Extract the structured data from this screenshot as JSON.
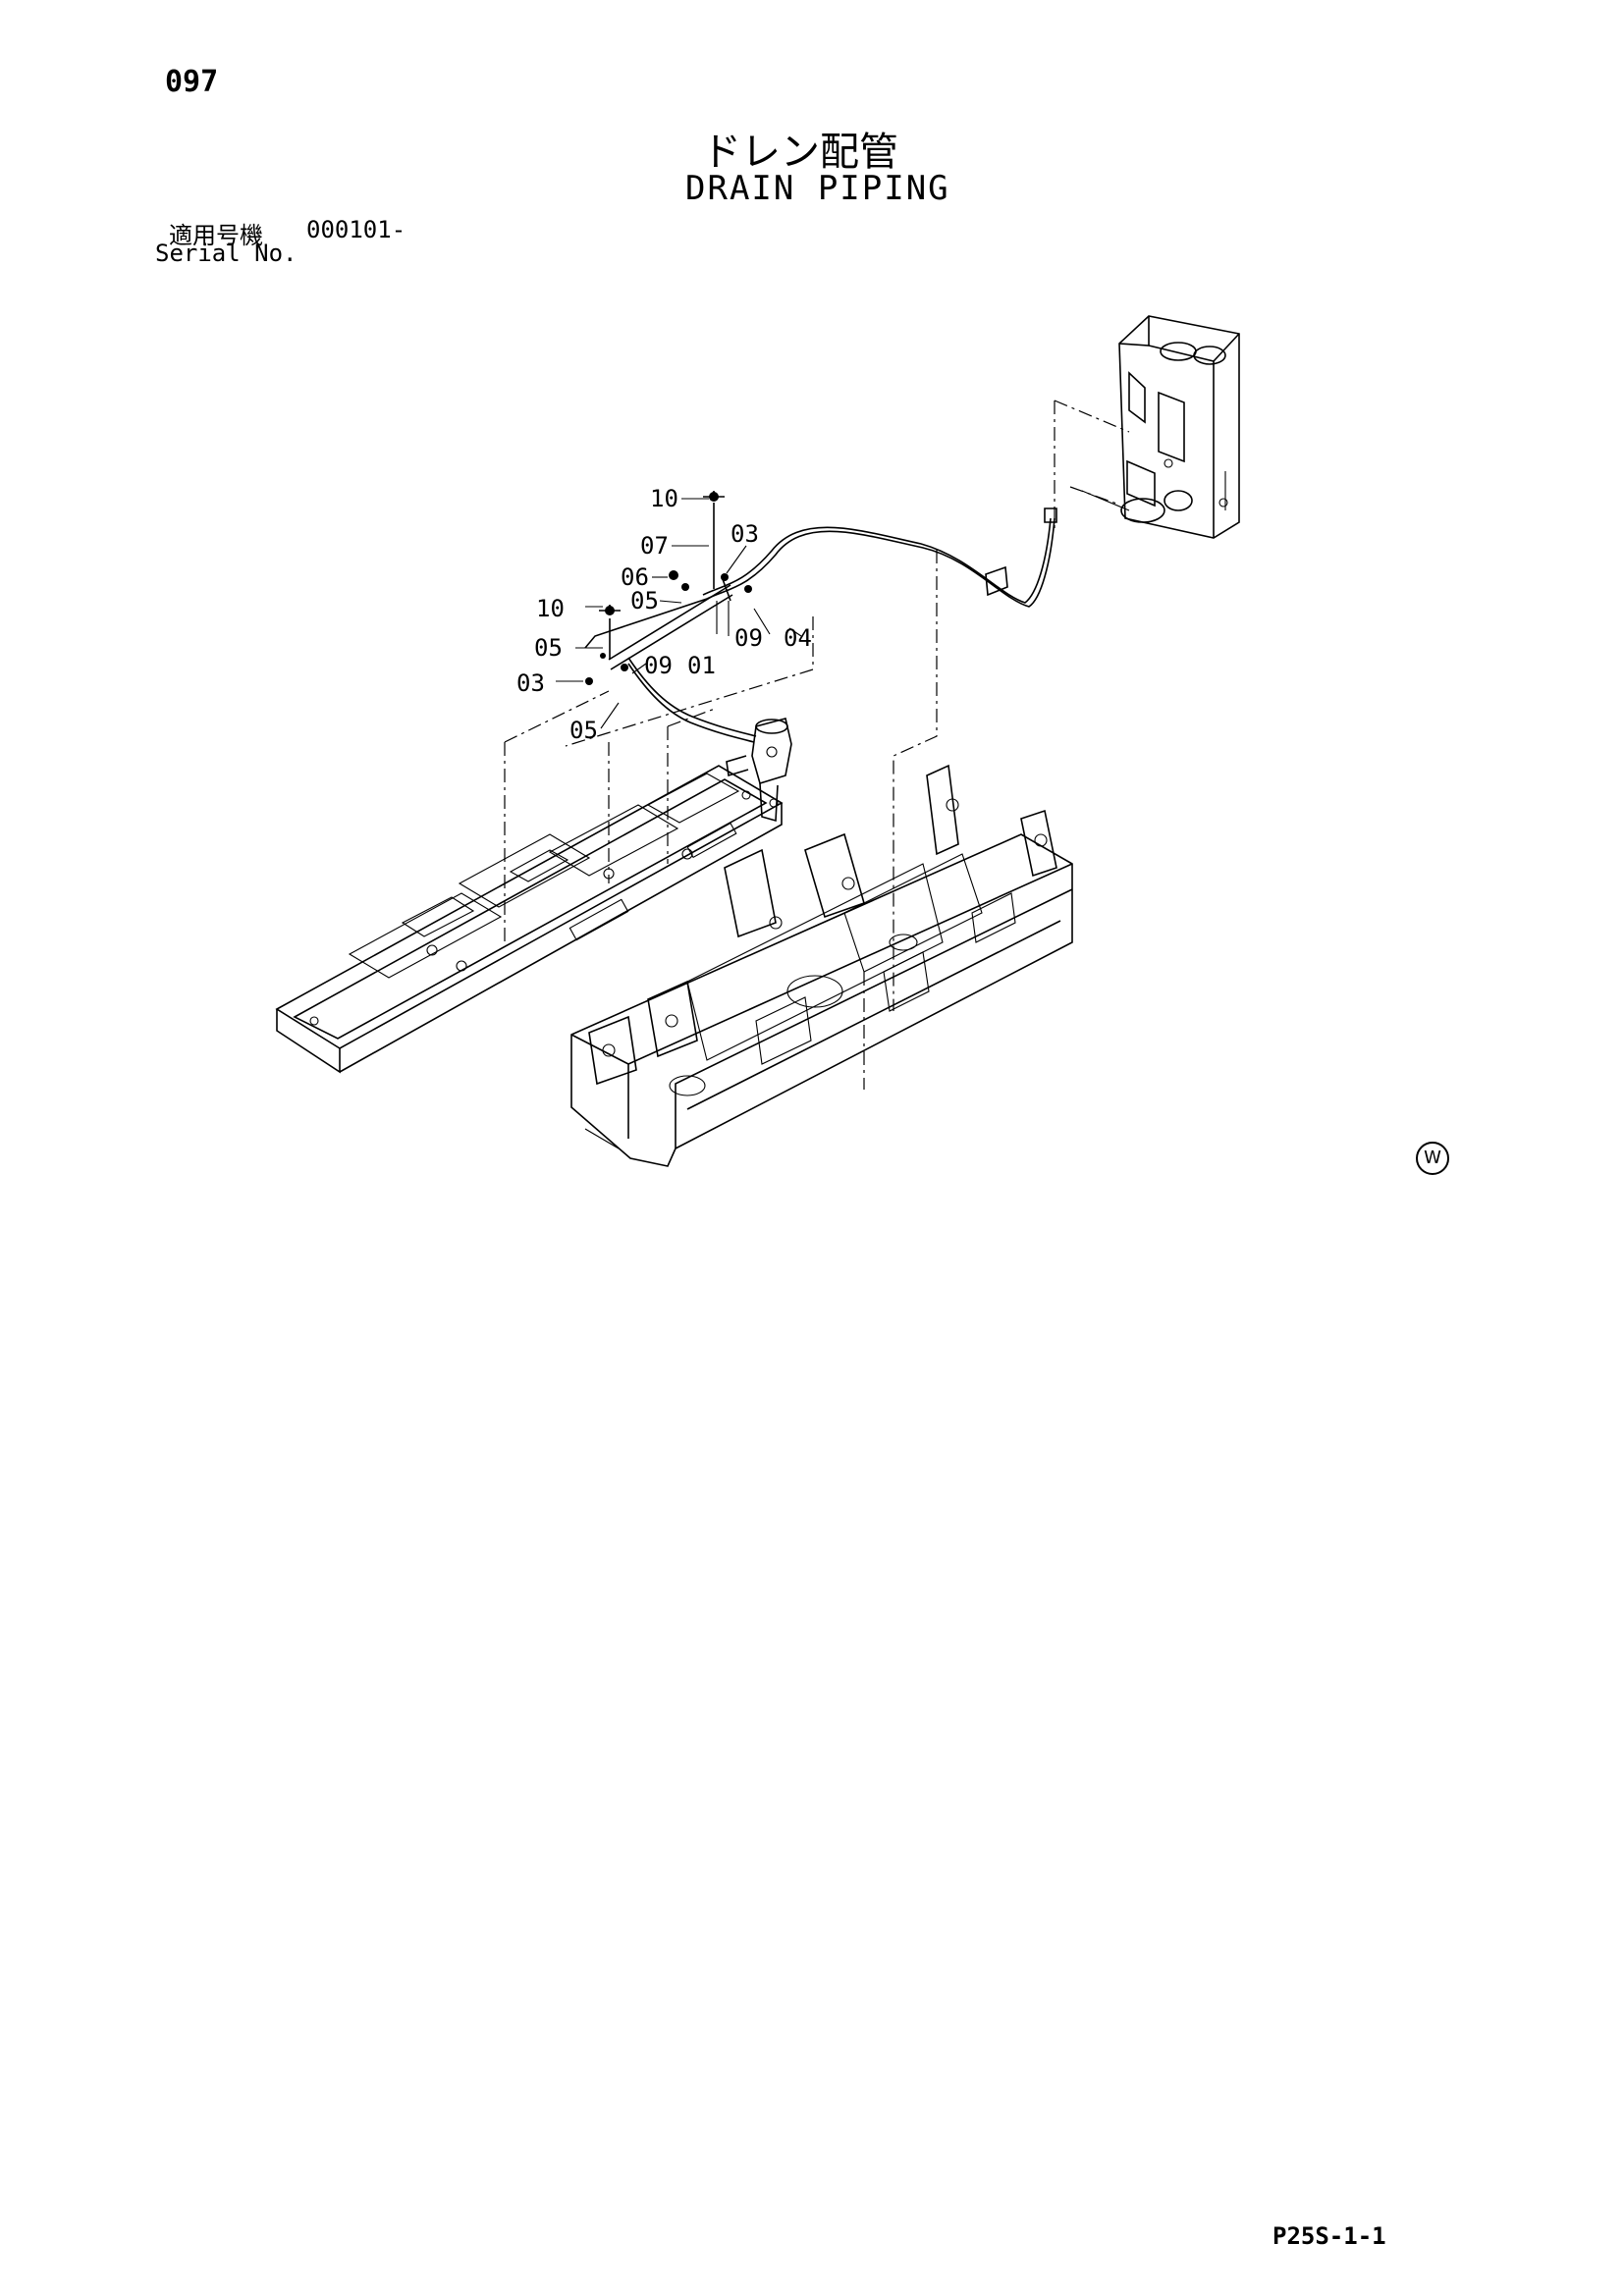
{
  "page_number": "097",
  "title_jp": "ドレン配管",
  "title_en": "DRAIN PIPING",
  "serial": {
    "label_jp": "適用号機",
    "value": "000101-",
    "label_en": "Serial No."
  },
  "callouts": {
    "c10_top": "10",
    "c07": "07",
    "c03_top": "03",
    "c06": "06",
    "c05_upper": "05",
    "c10_mid": "10",
    "c09_right": "09",
    "c04": "04",
    "c05_mid": "05",
    "c09_mid": "09",
    "c01": "01",
    "c03_low": "03",
    "c05_low": "05"
  },
  "watermark": "W",
  "footer_code": "P25S-1-1"
}
